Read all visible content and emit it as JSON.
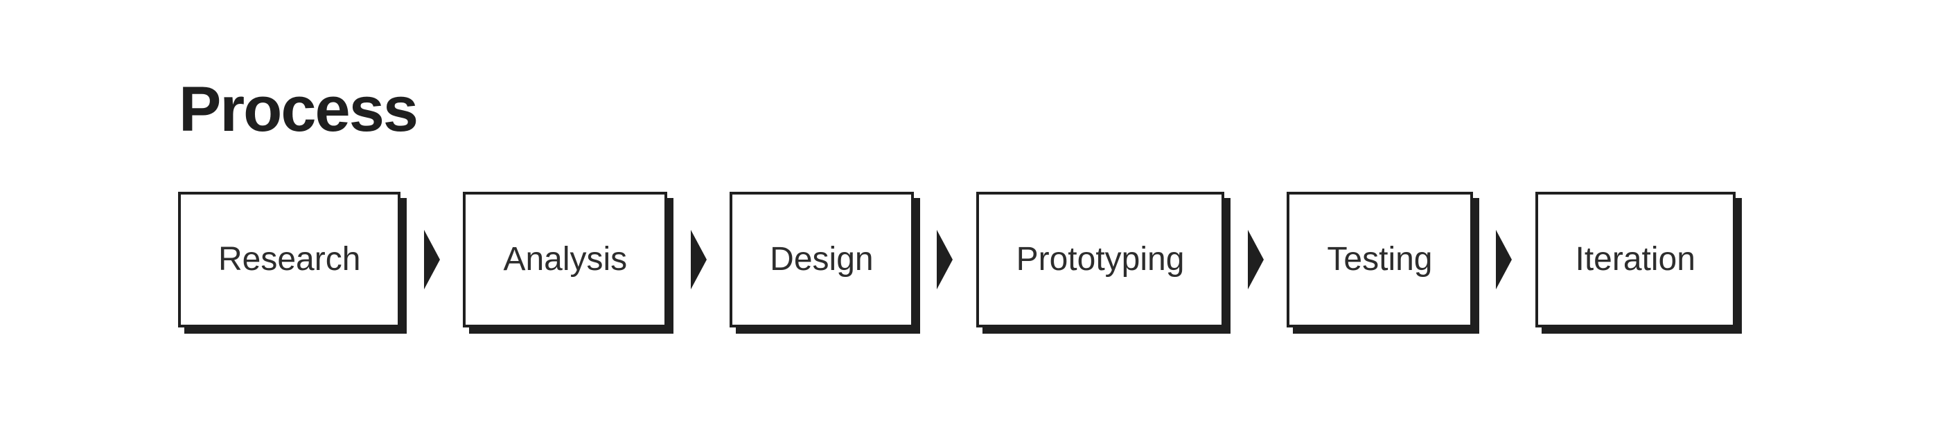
{
  "page": {
    "background": "#ffffff"
  },
  "header": {
    "title": "Process"
  },
  "flow": {
    "steps": [
      {
        "label": "Research"
      },
      {
        "label": "Analysis"
      },
      {
        "label": "Design"
      },
      {
        "label": "Prototyping"
      },
      {
        "label": "Testing"
      },
      {
        "label": "Iteration"
      }
    ],
    "connector_icon": "right-arrow-icon"
  },
  "colors": {
    "ink": "#1f1f1f",
    "label_text": "#2d2d2d",
    "box_fill": "#ffffff"
  }
}
